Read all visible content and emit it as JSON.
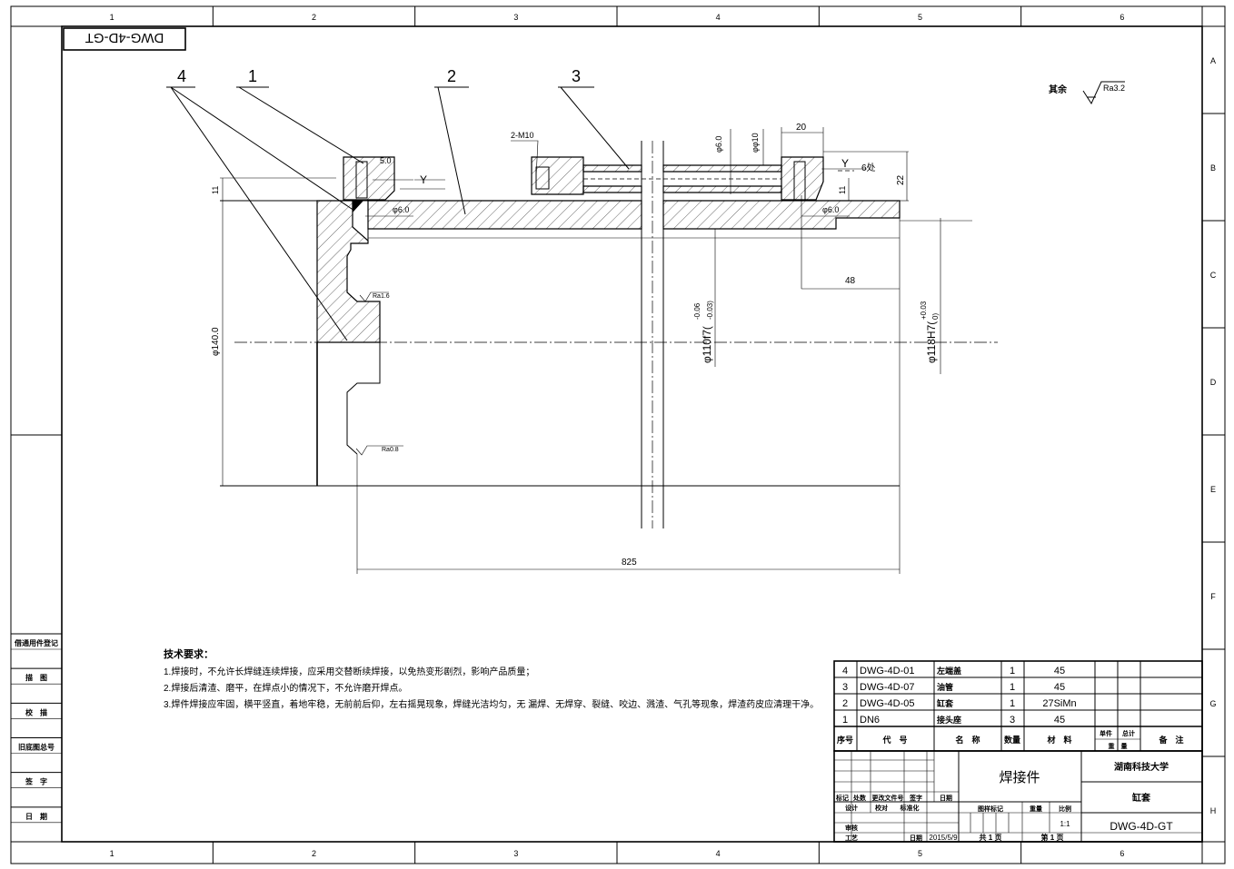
{
  "drawing_number": "DWG-4D-GT",
  "drawing_number_rotated": "DWG-4D-GT",
  "grid": {
    "columns": [
      "1",
      "2",
      "3",
      "4",
      "5",
      "6"
    ],
    "rows": [
      "A",
      "B",
      "C",
      "D",
      "E",
      "F",
      "G",
      "H"
    ]
  },
  "balloons": [
    "4",
    "1",
    "2",
    "3"
  ],
  "roughness": {
    "rest_label": "其余",
    "rest_value": "Ra3.2",
    "inner_1": "Ra1.6",
    "inner_2": "Ra0.8"
  },
  "dimensions": {
    "thread": "2-M10",
    "d6_top": "φ6.0",
    "d10": "φφ10",
    "w20": "20",
    "h22": "22",
    "h11_left": "11",
    "h11_right": "11",
    "d5": "5.0",
    "d6_left": "φ6.0",
    "d6_right": "φ6.0",
    "weld_left": "Y",
    "weld_right": "Y",
    "weld_count": "6处",
    "len48": "48",
    "len825": "825",
    "dia140": "φ140.0",
    "bore": "φ110f7(",
    "bore_upper": "-0.06",
    "bore_lower": "-0.03)",
    "outer": "φ118H7(",
    "outer_upper": "+0.03",
    "outer_lower": "0)"
  },
  "side_labels": [
    "借通用件登记",
    "描　图",
    "校　描",
    "旧底图总号",
    "签　字",
    "日　期"
  ],
  "tech": {
    "title": "技术要求：",
    "items": [
      "1.焊接时，不允许长焊缝连续焊接，应采用交替断续焊接，以免热变形剧烈，影响产品质量；",
      "2.焊接后清渣、磨平，在焊点小的情况下，不允许磨开焊点。",
      "3.焊件焊接应牢固，横平竖直，着地牢稳，无前前后仰，左右摇晃现象，焊缝光洁均匀，无 漏焊、无焊穿、裂缝、咬边、溅渣、气孔等现象，焊渣药皮应清理干净。"
    ]
  },
  "bom": {
    "rows": [
      {
        "no": "4",
        "code": "DWG-4D-01",
        "name": "左端盖",
        "qty": "1",
        "material": "45"
      },
      {
        "no": "3",
        "code": "DWG-4D-07",
        "name": "油管",
        "qty": "1",
        "material": "45"
      },
      {
        "no": "2",
        "code": "DWG-4D-05",
        "name": "缸套",
        "qty": "1",
        "material": "27SiMn"
      },
      {
        "no": "1",
        "code": "DN6",
        "name": "接头座",
        "qty": "3",
        "material": "45"
      }
    ],
    "headers": {
      "no": "序号",
      "code": "代　号",
      "name": "名　称",
      "qty": "数量",
      "material": "材　料",
      "unit": "单件",
      "total": "总计",
      "weight": "重　量",
      "remark": "备　注"
    }
  },
  "title_block": {
    "part_name": "焊接件",
    "company": "湖南科技大学",
    "assembly": "缸套",
    "drawing_no": "DWG-4D-GT",
    "scale": "1:1",
    "date": "2015/5/9",
    "labels": {
      "mark": "标记",
      "count": "处数",
      "change_doc": "更改文件号",
      "sign": "签字",
      "date_lbl": "日期",
      "design": "设计",
      "standard": "标准化",
      "review": "审核",
      "process": "工艺",
      "date2": "日期",
      "stage": "图样标记",
      "weight": "重量",
      "ratio": "比例",
      "total_sheets": "共 1 页",
      "sheet": "第 1 页",
      "proofread": "校对"
    }
  }
}
